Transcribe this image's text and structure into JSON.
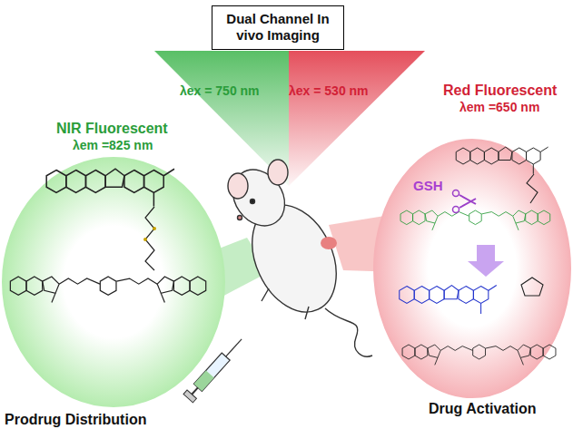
{
  "diagram": {
    "nodes": [
      {
        "text": [
          "Dual Channel In vivo Imaging"
        ]
      },
      {
        "text": [
          "NIR Fluorescent",
          "λem =825 nm",
          "Prodrug Distribution"
        ]
      },
      {
        "text": [
          "Red Fluorescent",
          "λem =650 nm",
          "GSH",
          "Drug Activation"
        ]
      }
    ],
    "labels": [
      "λex = 750 nm",
      "λex = 530 nm"
    ]
  }
}
